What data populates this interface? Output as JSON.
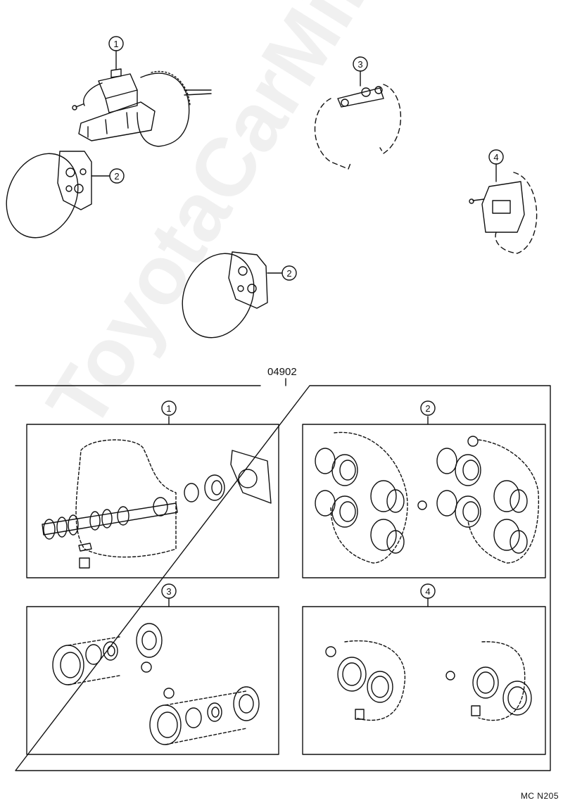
{
  "kit_code": "04902",
  "doc_code": "MC  N205",
  "watermark": "ToyotaCarMine.ru",
  "callouts": {
    "master_cylinder": "1",
    "front_caliper_upper": "2",
    "front_caliper_lower": "2",
    "rear_wheel_cylinder": "3",
    "rear_caliper": "4",
    "kit_section_1": "1",
    "kit_section_2": "2",
    "kit_section_3": "3",
    "kit_section_4": "4"
  },
  "colors": {
    "line": "#111111",
    "background": "#ffffff"
  }
}
